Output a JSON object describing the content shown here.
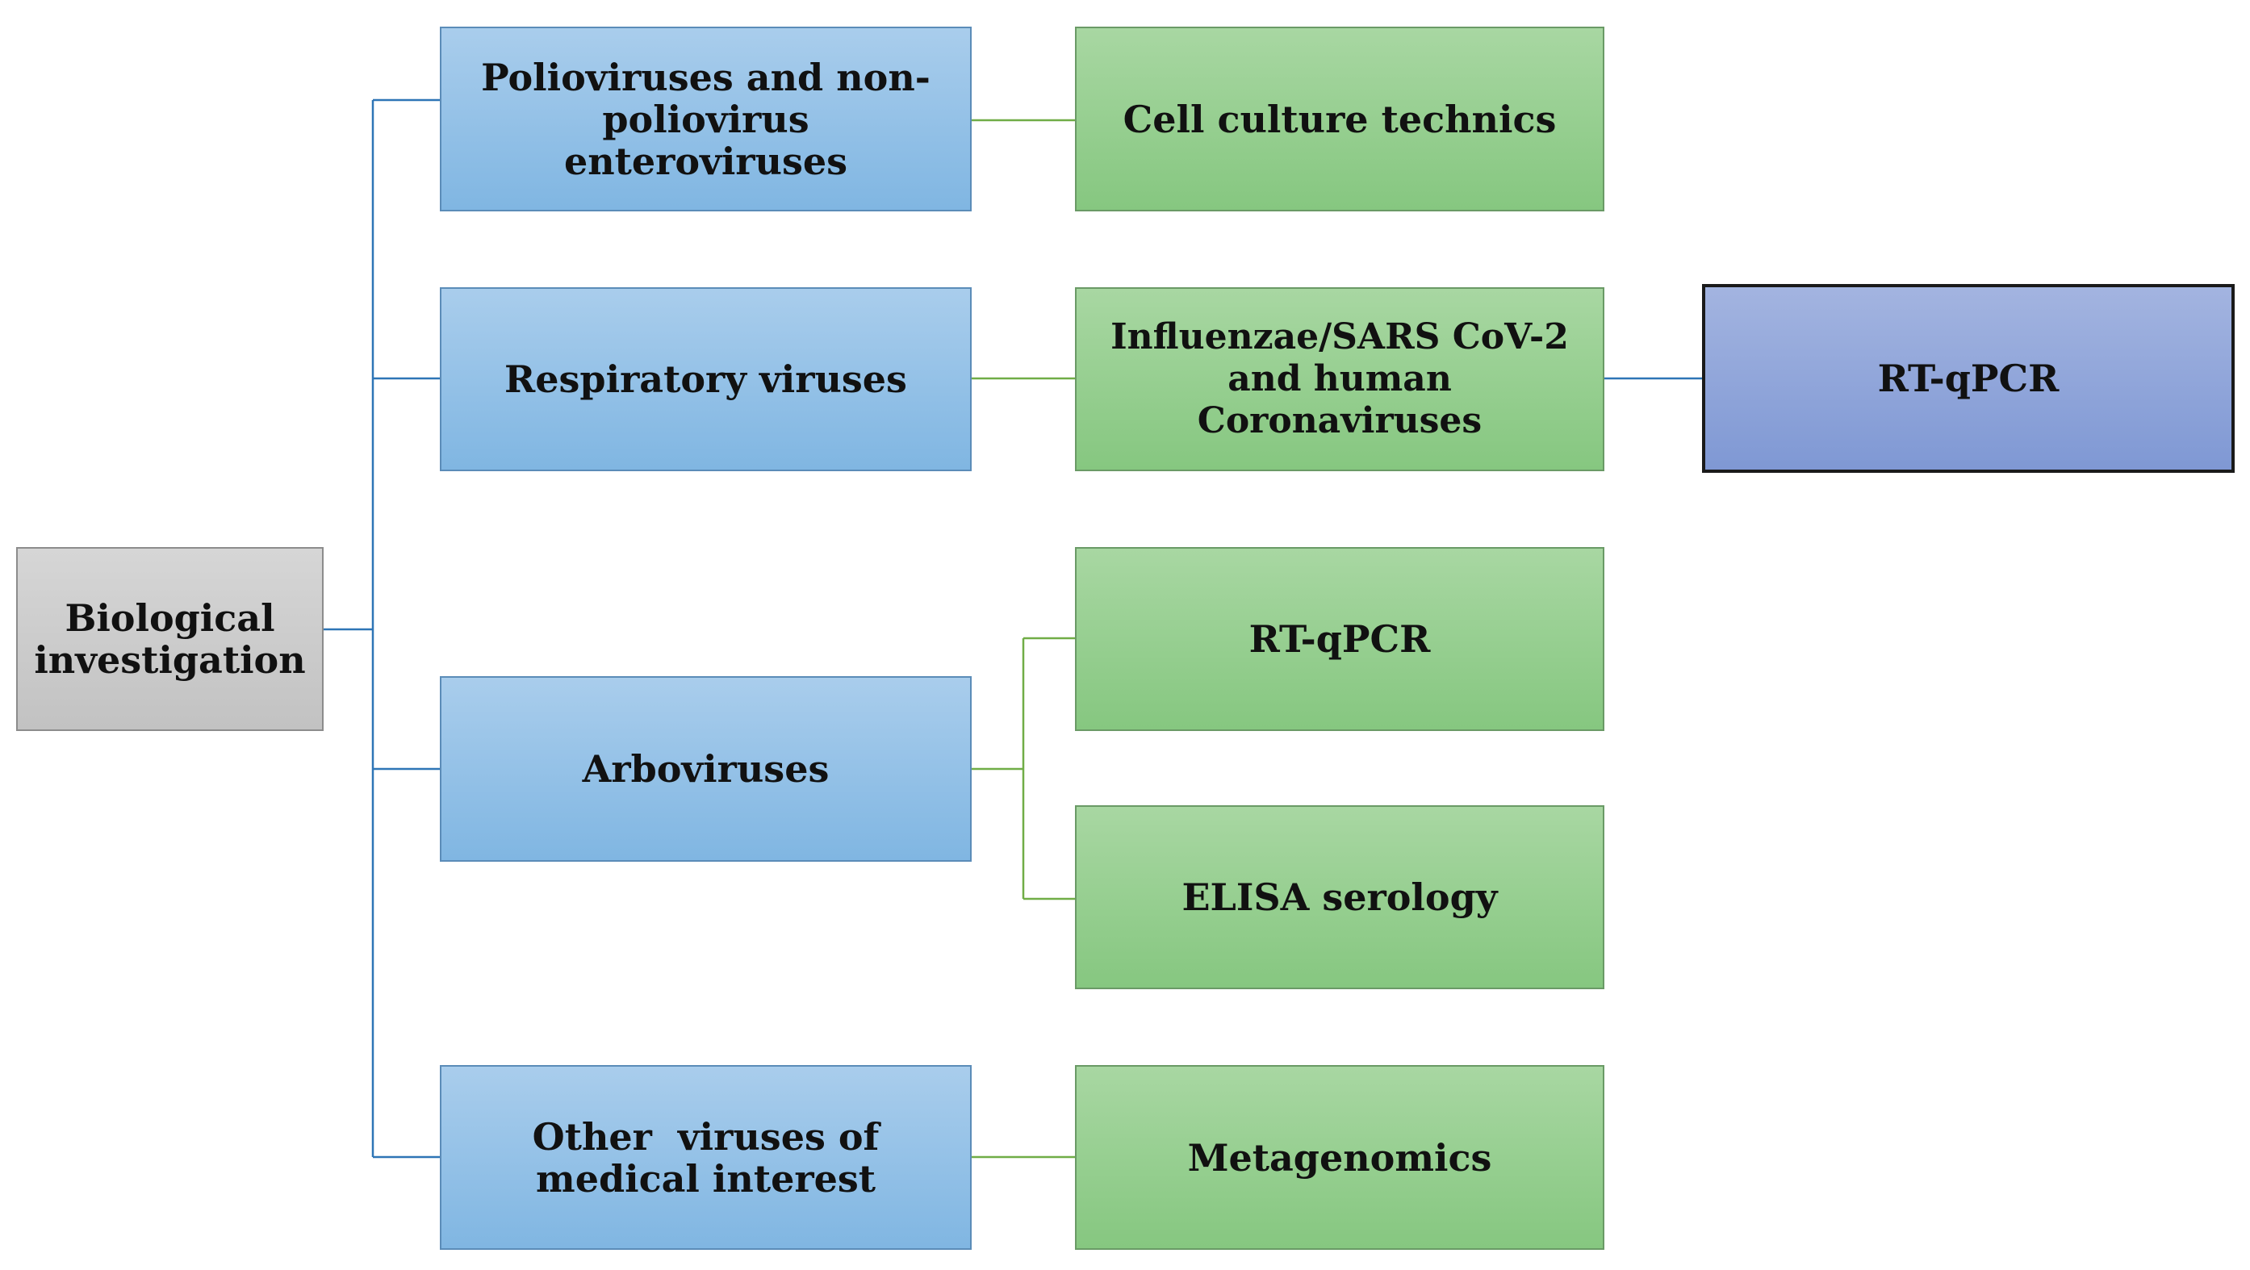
{
  "root": {
    "label": "Biological investigation",
    "color": "#c8c8c8"
  },
  "categories": [
    {
      "label": "Polioviruses and non-poliovirus enteroviruses"
    },
    {
      "label": "Respiratory viruses"
    },
    {
      "label": "Arboviruses"
    },
    {
      "label": "Other  viruses of medical interest"
    }
  ],
  "methods": [
    {
      "label": "Cell culture technics"
    },
    {
      "label": "Influenzae/SARS CoV-2 and human Coronaviruses"
    },
    {
      "label": "RT-qPCR"
    },
    {
      "label": "ELISA serology"
    },
    {
      "label": "Metagenomics"
    }
  ],
  "tertiary": [
    {
      "label": "RT-qPCR"
    }
  ],
  "colors": {
    "category_fill": "#8fbfe6",
    "method_fill": "#95cd8f",
    "tertiary_fill": "#8ea5da",
    "blue_connector": "#2e75b6",
    "green_connector": "#70ad47"
  }
}
